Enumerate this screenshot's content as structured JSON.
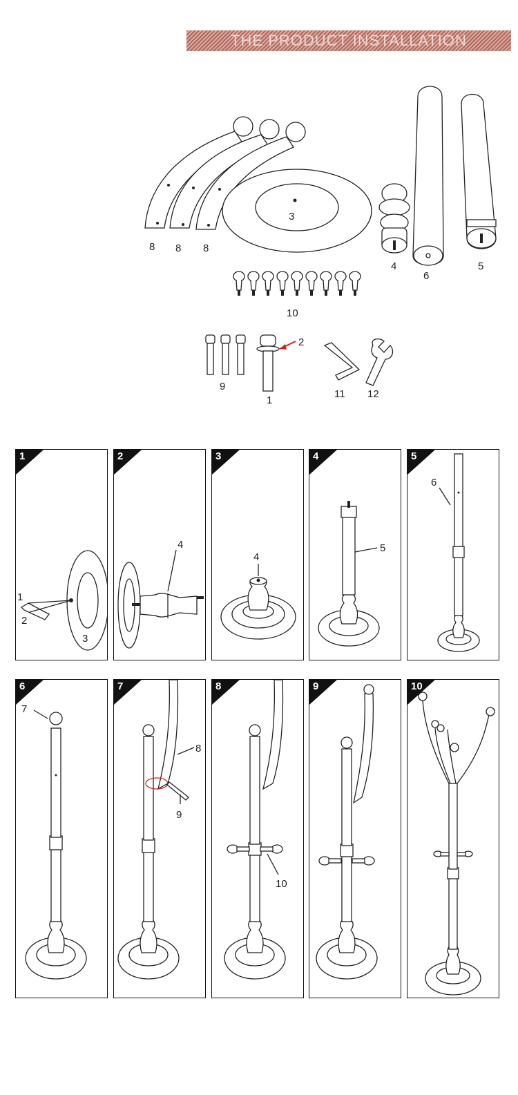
{
  "banner": {
    "title": "THE PRODUCT INSTALLATION"
  },
  "parts": {
    "labels": [
      "8",
      "8",
      "8",
      "3",
      "4",
      "6",
      "5",
      "10",
      "9",
      "1",
      "2",
      "11",
      "12"
    ]
  },
  "steps": [
    {
      "number": "1",
      "labels": [
        "1",
        "2",
        "3"
      ]
    },
    {
      "number": "2",
      "labels": [
        "4"
      ]
    },
    {
      "number": "3",
      "labels": [
        "4"
      ]
    },
    {
      "number": "4",
      "labels": [
        "5"
      ]
    },
    {
      "number": "5",
      "labels": [
        "6"
      ]
    },
    {
      "number": "6",
      "labels": [
        "7"
      ]
    },
    {
      "number": "7",
      "labels": [
        "8",
        "9"
      ]
    },
    {
      "number": "8",
      "labels": [
        "10"
      ]
    },
    {
      "number": "9",
      "labels": []
    },
    {
      "number": "10",
      "labels": []
    }
  ],
  "colors": {
    "banner": "#b06a60",
    "banner_text": "#f0d6d0",
    "highlight_arrow": "#cc2222",
    "outline": "#222222"
  }
}
